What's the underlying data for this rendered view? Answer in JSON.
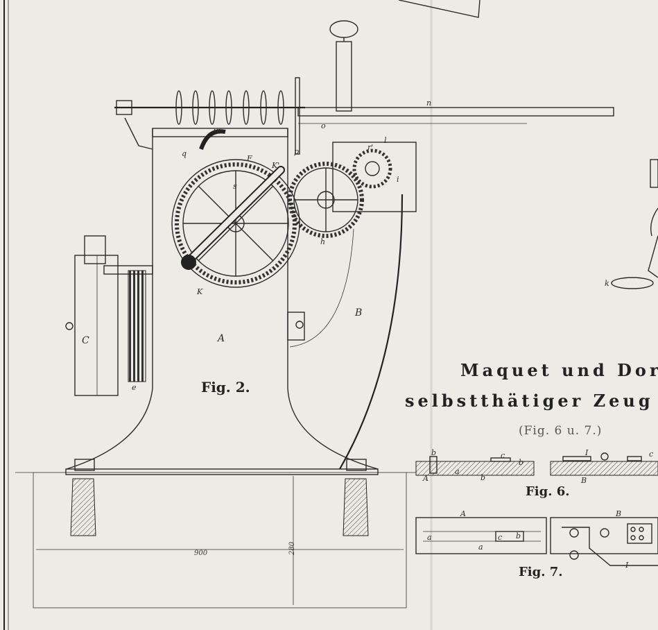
{
  "title": {
    "line1": "Maquet und Dorbo",
    "line2": "selbstthätiger Zeug",
    "line3": "(Fig. 6 u. 7.)"
  },
  "figures": {
    "fig2": "Fig. 2.",
    "fig6": "Fig. 6.",
    "fig7": "Fig. 7."
  },
  "dimensions": {
    "width": "900",
    "height": "280"
  },
  "labels": {
    "n": "n",
    "o": "o",
    "p": "p",
    "l": "l",
    "r1": "r'",
    "i": "i",
    "w": "w",
    "q": "q",
    "F": "F",
    "K1": "K'",
    "s": "s",
    "h": "h",
    "K": "K",
    "B": "B",
    "A": "A",
    "C": "C",
    "e": "e",
    "k": "k",
    "f6_b_left": "b",
    "f6_A": "A",
    "f6_a": "a",
    "f6_b_mid": "b",
    "f6_c": "c",
    "f6_b_right": "b",
    "f6_I": "I",
    "f6_c2": "c",
    "f6_B": "B",
    "f7_A": "A",
    "f7_a_left": "a",
    "f7_c": "c",
    "f7_b": "b",
    "f7_a": "a",
    "f7_B": "B",
    "f7_I": "I"
  }
}
